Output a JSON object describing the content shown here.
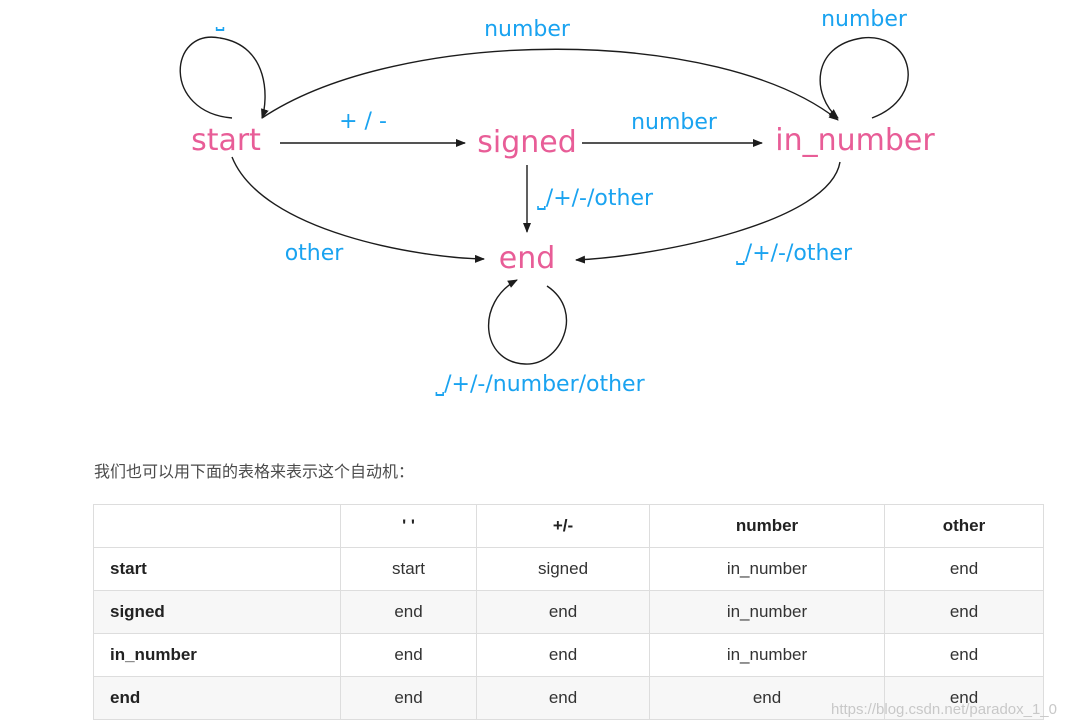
{
  "diagram": {
    "states": {
      "start": "start",
      "signed": "signed",
      "in_number": "in_number",
      "end": "end"
    },
    "edge_labels": {
      "start_self": "⎵",
      "start_to_in_number": "number",
      "in_number_self": "number",
      "start_to_signed": "+ / -",
      "signed_to_in_number": "number",
      "signed_to_end": "⎵/+/-/other",
      "start_to_end": "other",
      "in_number_to_end": "⎵/+/-/other",
      "end_self": "⎵/+/-/number/other"
    },
    "colors": {
      "state": "#e85d97",
      "label": "#1aa3f0",
      "edge": "#1c1c1c"
    }
  },
  "caption": "我们也可以用下面的表格来表示这个自动机：",
  "table": {
    "headers": [
      "",
      "' '",
      "+/-",
      "number",
      "other"
    ],
    "rows": [
      {
        "state": "start",
        "cells": [
          "start",
          "signed",
          "in_number",
          "end"
        ]
      },
      {
        "state": "signed",
        "cells": [
          "end",
          "end",
          "in_number",
          "end"
        ]
      },
      {
        "state": "in_number",
        "cells": [
          "end",
          "end",
          "in_number",
          "end"
        ]
      },
      {
        "state": "end",
        "cells": [
          "end",
          "end",
          "end",
          "end"
        ]
      }
    ]
  },
  "watermark": "https://blog.csdn.net/paradox_1_0"
}
